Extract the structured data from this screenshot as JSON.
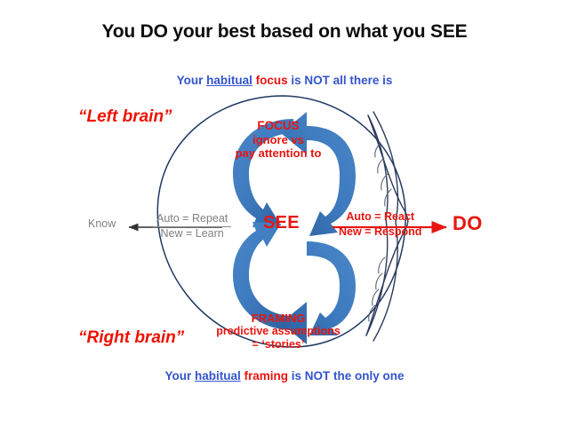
{
  "slide": {
    "title": "You DO your best based on what you SEE",
    "background_color": "#ffffff"
  },
  "captions": {
    "top": {
      "prefix": "Your ",
      "underlined": "habitual",
      "space1": " ",
      "highlight": "focus",
      "suffix": " is NOT all there is",
      "text_color": "#3355cc",
      "highlight_color": "#e8150f"
    },
    "bottom": {
      "prefix": "Your ",
      "underlined": "habitual",
      "space1": " ",
      "highlight": "framing",
      "suffix": " is NOT the only one",
      "text_color": "#3355cc",
      "highlight_color": "#e8150f"
    }
  },
  "brain_labels": {
    "left": "“Left brain”",
    "right": "“Right brain”",
    "color": "#ee1100"
  },
  "center": {
    "see": "SEE",
    "do": "DO",
    "know": "Know",
    "see_color": "#e8150f",
    "do_color": "#e8150f",
    "know_color": "#7f7f7f"
  },
  "left_pathway": {
    "numerator": "Auto = Repeat",
    "denominator": "New = Learn",
    "color": "#7f7f7f",
    "arrow_direction": "left"
  },
  "right_pathway": {
    "numerator": "Auto = React",
    "denominator": "New = Respond",
    "color": "#e8150f",
    "arrow_direction": "right"
  },
  "loops": {
    "focus": {
      "line1": "FOCUS",
      "line2": "ignore vs",
      "line3": "pay attention to",
      "color": "#e8150f",
      "arrow_color": "#2f6fbb"
    },
    "framing": {
      "line1": "FRAMING",
      "line2": "predictive assumptions",
      "line3": "= ‘stories’",
      "color": "#e8150f",
      "arrow_color": "#2f6fbb"
    }
  },
  "shapes": {
    "circle_outline_color": "#1f3864",
    "eye_hatch_color": "#44506b"
  }
}
